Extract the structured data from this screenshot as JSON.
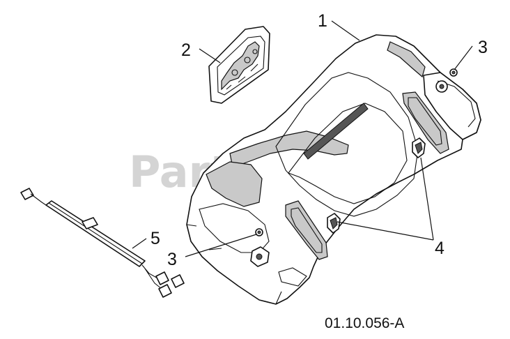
{
  "watermark": {
    "text": "PartsTree",
    "trademark": "™"
  },
  "callouts": [
    {
      "id": "1",
      "label": "1"
    },
    {
      "id": "2",
      "label": "2"
    },
    {
      "id": "3a",
      "label": "3"
    },
    {
      "id": "3b",
      "label": "3"
    },
    {
      "id": "4",
      "label": "4"
    },
    {
      "id": "5",
      "label": "5"
    }
  ],
  "reference_code": "01.10.056-A"
}
